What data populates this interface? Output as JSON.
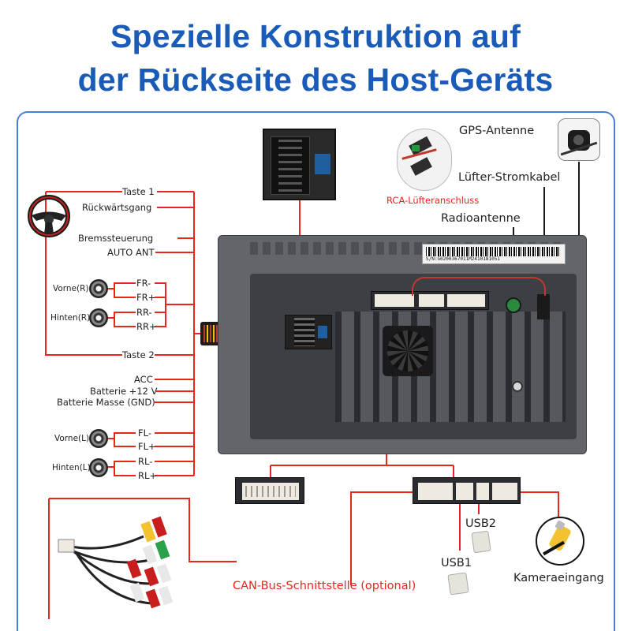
{
  "title": {
    "line1": "Spezielle Konstruktion auf",
    "line2": "der Rückseite des Host-Geräts"
  },
  "harness_left": {
    "taste1": "Taste 1",
    "rueckwaertsgang": "Rückwärtsgang",
    "bremssteuerung": "Bremssteuerung",
    "auto_ant": "AUTO ANT",
    "speakers_front": {
      "side_label": "Vorne(R)",
      "plus": "FR+",
      "minus": "FR-"
    },
    "speakers_rear": {
      "side_label": "Hinten(R)",
      "plus": "RR+",
      "minus": "RR-"
    },
    "taste2": "Taste 2",
    "acc": "ACC",
    "batt_plus": "Batterie +12 V",
    "batt_gnd": "Batterie Masse (GND)",
    "speakers_front_l": {
      "side_label": "Vorne(L)",
      "minus": "FL-",
      "plus": "FL+"
    },
    "speakers_rear_l": {
      "side_label": "Hinten(L)",
      "minus": "RL-",
      "plus": "RL+"
    }
  },
  "right_labels": {
    "gps": "GPS-Antenne",
    "fan_power": "Lüfter-Stromkabel",
    "rca_fan": "RCA-Lüfteranschluss",
    "radio": "Radioantenne",
    "usb2": "USB2",
    "usb1": "USB1",
    "camera": "Kameraeingang",
    "canbus": "CAN-Bus-Schnittstelle (optional)"
  },
  "device": {
    "serial_text": "S/N:G0200367011M2410181051"
  },
  "colors": {
    "title_blue": "#1a5bb8",
    "frame_blue": "#4a7fd0",
    "wire_red": "#e8261e",
    "device_gray": "#5a5d62"
  }
}
